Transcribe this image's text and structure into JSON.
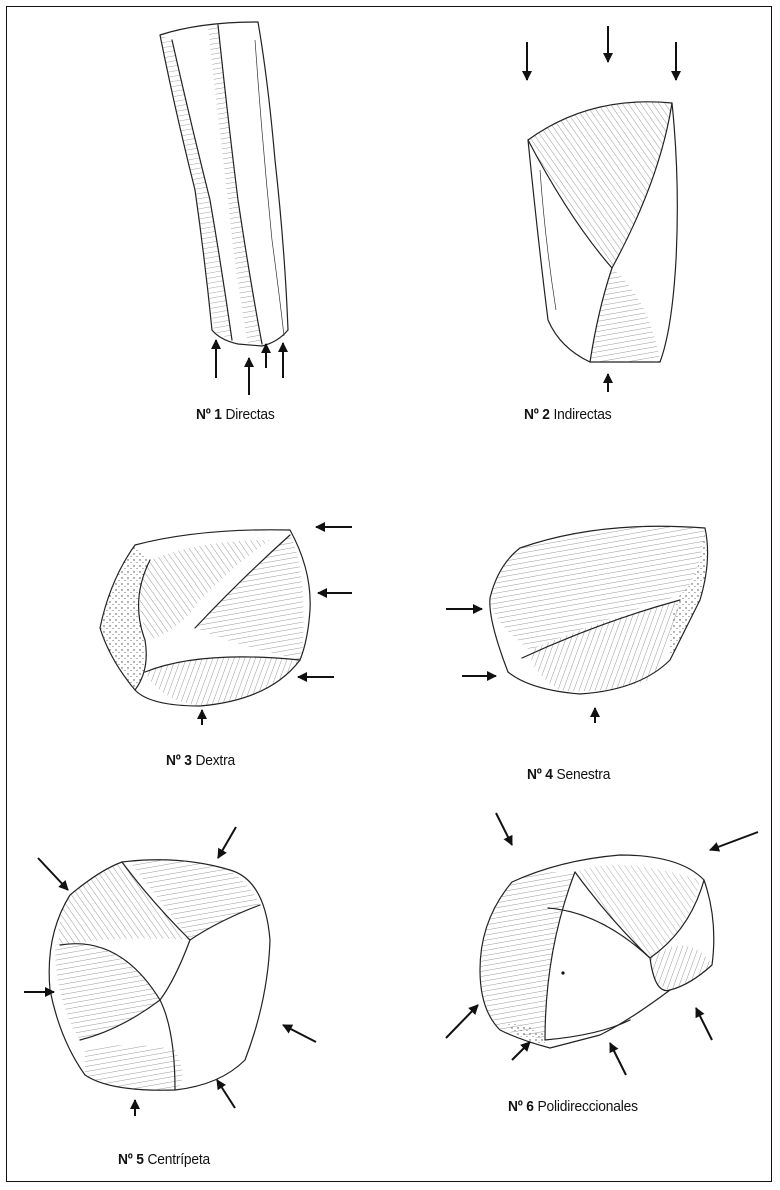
{
  "figures": [
    {
      "num_label": "Nº 1",
      "name": "Directas"
    },
    {
      "num_label": "Nº 2",
      "name": "Indirectas"
    },
    {
      "num_label": "Nº 3",
      "name": "Dextra"
    },
    {
      "num_label": "Nº 4",
      "name": "Senestra"
    },
    {
      "num_label": "Nº 5",
      "name": "Centrípeta"
    },
    {
      "num_label": "Nº 6",
      "name": "Polidireccionales"
    }
  ]
}
